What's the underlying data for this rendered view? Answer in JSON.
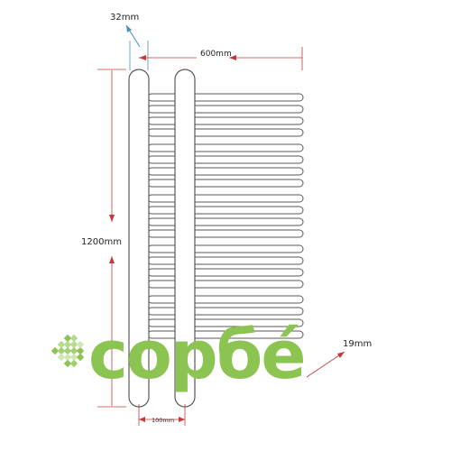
{
  "dimensions": {
    "tube_diameter": "32mm",
    "width": "600mm",
    "height": "1200mm",
    "rail_diameter": "19mm",
    "tube_spacing": "100mm"
  },
  "rail_groups": [
    4,
    4,
    4,
    4,
    4
  ],
  "logo": {
    "text": "сорбé"
  },
  "colors": {
    "outline": "#5a5a5a",
    "dimension_red": "#c43a3a",
    "dimension_blue": "#4a8fc0",
    "logo_green": "#8cc451"
  }
}
